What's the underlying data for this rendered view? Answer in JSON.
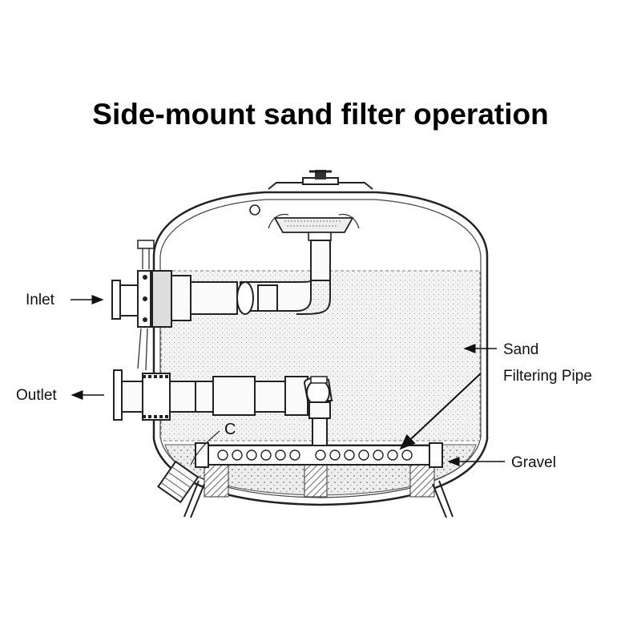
{
  "title": "Side-mount sand filter operation",
  "labels": {
    "inlet": "Inlet",
    "outlet": "Outlet",
    "sand": "Sand",
    "filtering_pipe": "Filtering Pipe",
    "gravel": "Gravel",
    "drain_mark": "C"
  },
  "colors": {
    "line": "#222222",
    "media_fill": "#f3f3f3",
    "gravel_fill": "#e6e6e6"
  }
}
